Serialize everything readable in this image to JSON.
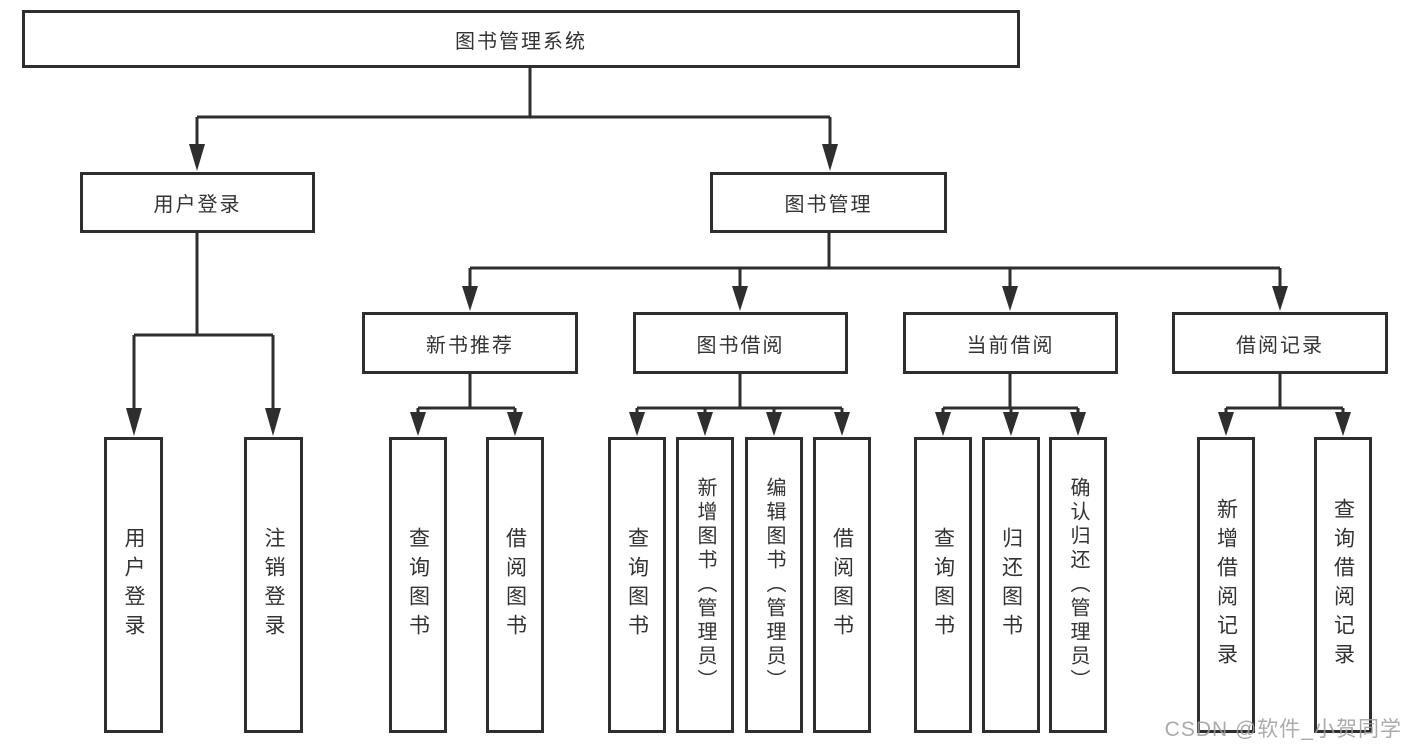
{
  "tree": {
    "root": {
      "label": "图书管理系统",
      "children": [
        {
          "label": "用户登录",
          "children": [
            {
              "label": "用户登录"
            },
            {
              "label": "注销登录"
            }
          ]
        },
        {
          "label": "图书管理",
          "children": [
            {
              "label": "新书推荐",
              "children": [
                {
                  "label": "查询图书"
                },
                {
                  "label": "借阅图书"
                }
              ]
            },
            {
              "label": "图书借阅",
              "children": [
                {
                  "label": "查询图书"
                },
                {
                  "label": "新增图书（管理员）"
                },
                {
                  "label": "编辑图书（管理员）"
                },
                {
                  "label": "借阅图书"
                }
              ]
            },
            {
              "label": "当前借阅",
              "children": [
                {
                  "label": "查询图书"
                },
                {
                  "label": "归还图书"
                },
                {
                  "label": "确认归还（管理员）"
                }
              ]
            },
            {
              "label": "借阅记录",
              "children": [
                {
                  "label": "新增借阅记录"
                },
                {
                  "label": "查询借阅记录"
                }
              ]
            }
          ]
        }
      ]
    }
  },
  "watermark": {
    "text": "CSDN @软件_小贺同学"
  },
  "colors": {
    "line": "#2e2e2e",
    "text": "#333333",
    "background": "#ffffff",
    "watermark": "#9d9d9d"
  }
}
